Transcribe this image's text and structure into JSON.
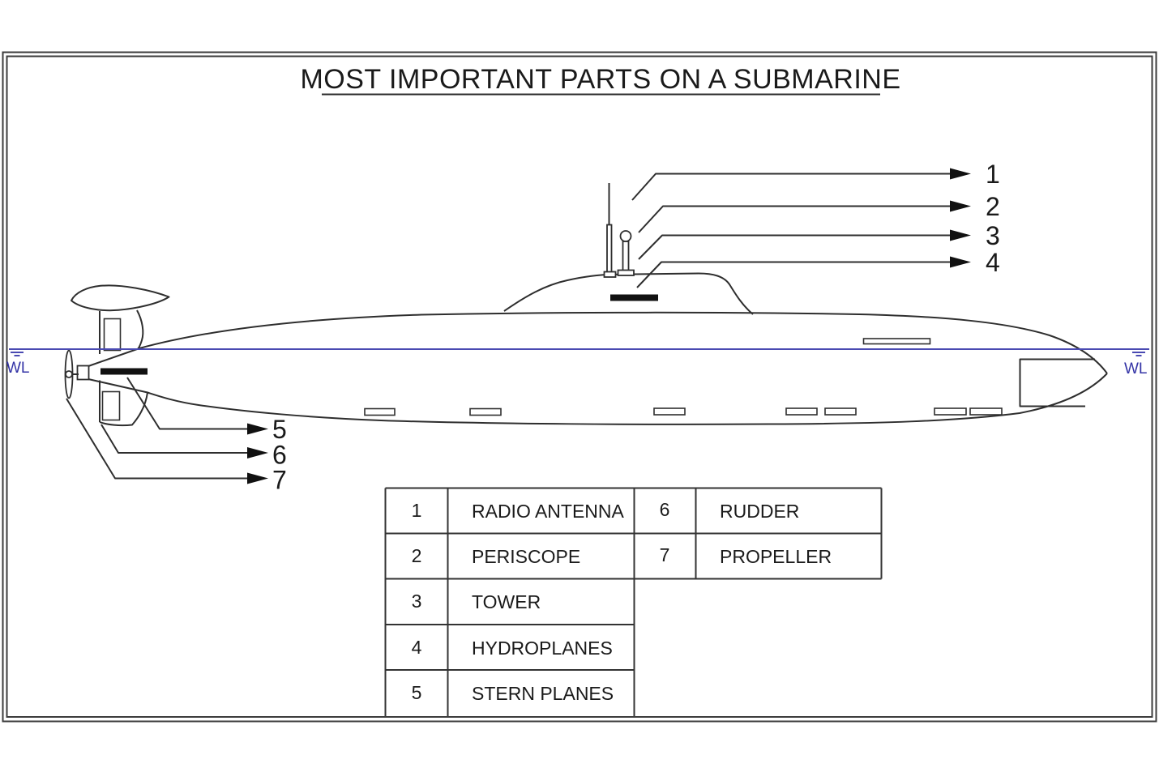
{
  "title": "MOST IMPORTANT PARTS ON A SUBMARINE",
  "waterline": {
    "label": "WL",
    "color": "#4a4ab2"
  },
  "parts": [
    {
      "num": "1",
      "label": "RADIO ANTENNA"
    },
    {
      "num": "2",
      "label": "PERISCOPE"
    },
    {
      "num": "3",
      "label": "TOWER"
    },
    {
      "num": "4",
      "label": "HYDROPLANES"
    },
    {
      "num": "5",
      "label": "STERN PLANES"
    },
    {
      "num": "6",
      "label": "RUDDER"
    },
    {
      "num": "7",
      "label": "PROPELLER"
    }
  ],
  "colors": {
    "line": "#2e2e2e",
    "text": "#1a1a1a",
    "solid_black": "#111111",
    "waterline_blue": "#4a4ab2"
  }
}
